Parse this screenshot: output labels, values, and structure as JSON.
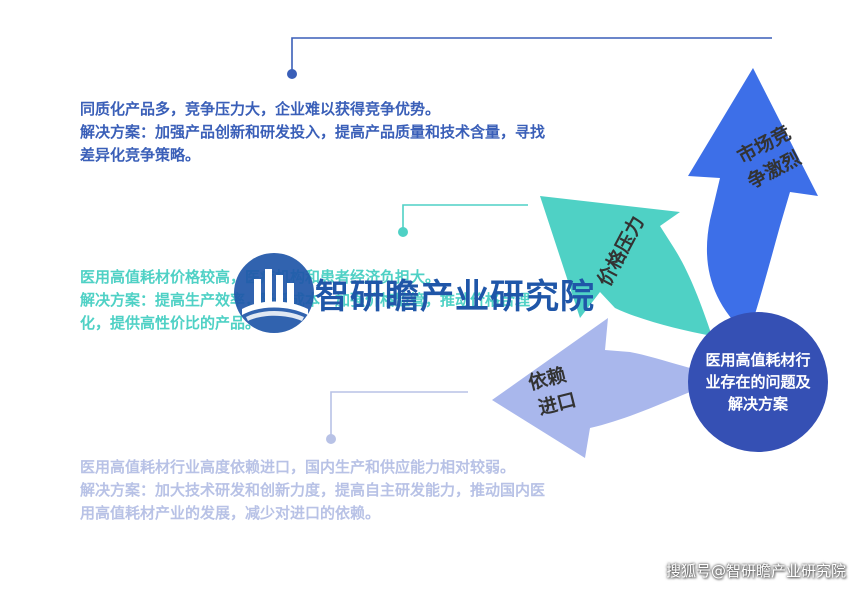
{
  "center": {
    "text": "医用高值耗材行业存在的问题及解决方案"
  },
  "arrows": [
    {
      "label_line1": "市场竞",
      "label_line2": "争激烈",
      "color": "#3d6fe8"
    },
    {
      "label_line1": "价格压力",
      "color": "#4fd1c5"
    },
    {
      "label_line1": "依赖",
      "label_line2": "进口",
      "color": "#a9b7ec"
    }
  ],
  "blocks": [
    {
      "problem": "同质化产品多，竞争压力大，企业难以获得竞争优势。",
      "solution": "解决方案：加强产品创新和研发投入，提高产品质量和技术含量，寻找差异化竞争策略。",
      "color": "#3a5fb8"
    },
    {
      "problem": "医用高值耗材价格较高，医疗机构和患者经济负担大。",
      "solution": "解决方案：提高生产效率，降低成本，加强价格监管，推动价格合理化，提供高性价比的产品。",
      "color": "#4fd1c5"
    },
    {
      "problem": "医用高值耗材行业高度依赖进口，国内生产和供应能力相对较弱。",
      "solution": "解决方案：加大技术研发和创新力度，提高自主研发能力，推动国内医用高值耗材产业的发展，减少对进口的依赖。",
      "color": "#b8c2e6"
    }
  ],
  "watermark": {
    "text": "智研瞻产业研究院"
  },
  "footer": {
    "text": "搜狐号@智研瞻产业研究院"
  }
}
